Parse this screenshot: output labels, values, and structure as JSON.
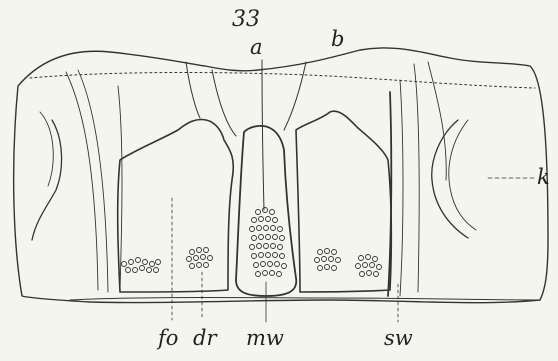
{
  "figure": {
    "number": "33",
    "labels": {
      "a": "a",
      "b": "b",
      "k": "k",
      "fo": "fo",
      "dr": "dr",
      "mw": "mw",
      "sw": "sw"
    }
  },
  "colors": {
    "background": "#f5f5f0",
    "ink": "#333333",
    "stipple": "#dcdcd6"
  }
}
